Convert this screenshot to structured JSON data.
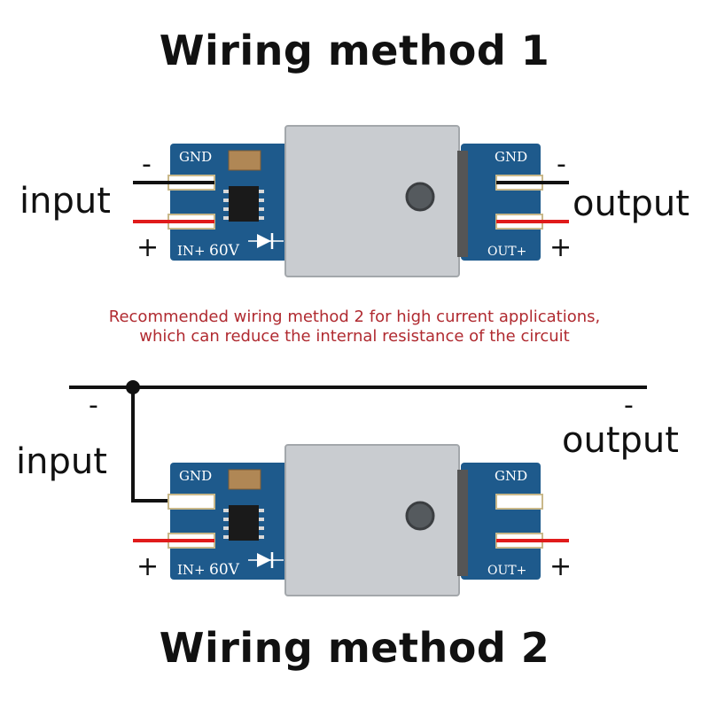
{
  "method1": {
    "title": "Wiring method 1",
    "input_label": "input",
    "output_label": "output",
    "minus": "-",
    "plus": "+"
  },
  "note": {
    "line1": "Recommended wiring method 2 for high current applications,",
    "line2": "which can reduce the internal resistance of the circuit"
  },
  "method2": {
    "title": "Wiring method 2",
    "input_label": "input",
    "output_label": "output",
    "minus": "-",
    "plus": "+"
  },
  "board": {
    "gnd_label": "GND",
    "in_label": "IN+",
    "voltage_label": "60V",
    "out_label": "OUT+"
  },
  "colors": {
    "pcb": "#1e5a8c",
    "positive_wire": "#e01b1b",
    "negative_wire": "#111111",
    "heatsink": "#c9ccd0",
    "note_text": "#b02a30"
  }
}
